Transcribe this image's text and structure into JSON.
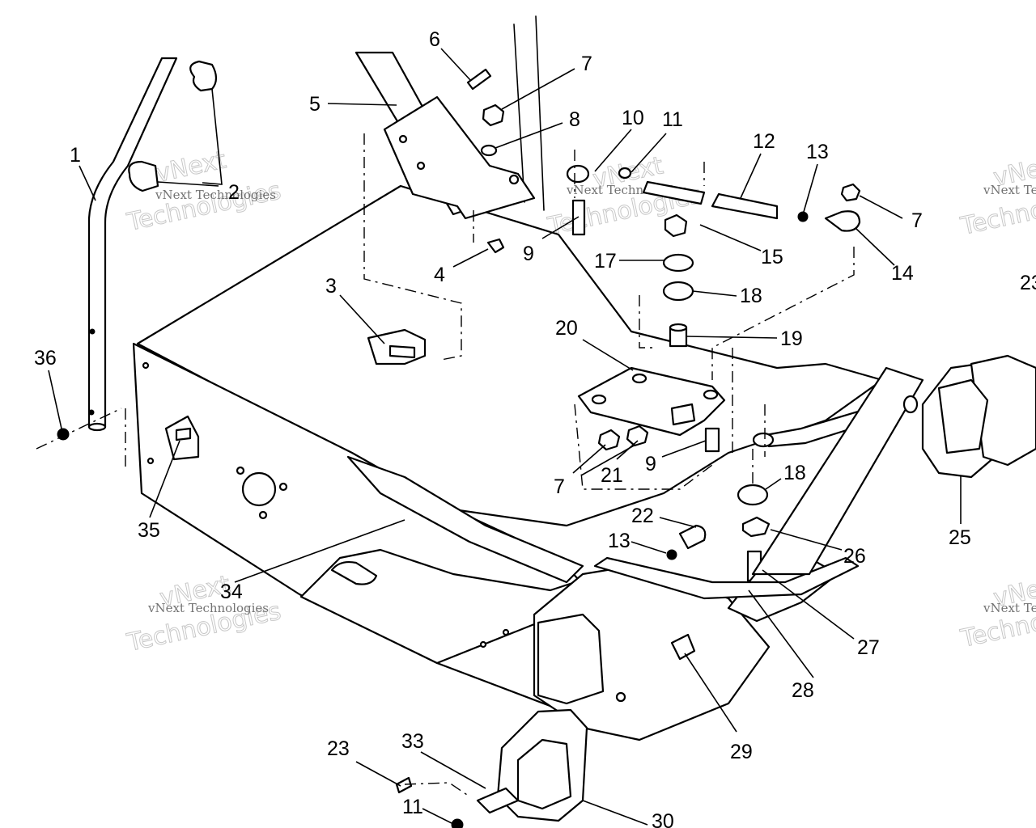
{
  "diagram": {
    "callouts": [
      {
        "id": "1",
        "label": "1"
      },
      {
        "id": "2",
        "label": "2"
      },
      {
        "id": "3",
        "label": "3"
      },
      {
        "id": "4",
        "label": "4"
      },
      {
        "id": "5",
        "label": "5"
      },
      {
        "id": "6",
        "label": "6"
      },
      {
        "id": "7a",
        "label": "7"
      },
      {
        "id": "7b",
        "label": "7"
      },
      {
        "id": "7c",
        "label": "7"
      },
      {
        "id": "8",
        "label": "8"
      },
      {
        "id": "9a",
        "label": "9"
      },
      {
        "id": "9b",
        "label": "9"
      },
      {
        "id": "10",
        "label": "10"
      },
      {
        "id": "11a",
        "label": "11"
      },
      {
        "id": "11b",
        "label": "11"
      },
      {
        "id": "12",
        "label": "12"
      },
      {
        "id": "13a",
        "label": "13"
      },
      {
        "id": "13b",
        "label": "13"
      },
      {
        "id": "14",
        "label": "14"
      },
      {
        "id": "15",
        "label": "15"
      },
      {
        "id": "17",
        "label": "17"
      },
      {
        "id": "18a",
        "label": "18"
      },
      {
        "id": "18b",
        "label": "18"
      },
      {
        "id": "19",
        "label": "19"
      },
      {
        "id": "20",
        "label": "20"
      },
      {
        "id": "21",
        "label": "21"
      },
      {
        "id": "22",
        "label": "22"
      },
      {
        "id": "23a",
        "label": "23"
      },
      {
        "id": "23b",
        "label": "23"
      },
      {
        "id": "25",
        "label": "25"
      },
      {
        "id": "26",
        "label": "26"
      },
      {
        "id": "27",
        "label": "27"
      },
      {
        "id": "28",
        "label": "28"
      },
      {
        "id": "29",
        "label": "29"
      },
      {
        "id": "30",
        "label": "30"
      },
      {
        "id": "33",
        "label": "33"
      },
      {
        "id": "34",
        "label": "34"
      },
      {
        "id": "35",
        "label": "35"
      },
      {
        "id": "36",
        "label": "36"
      }
    ],
    "watermark": {
      "line1": "vNext Technologies",
      "line2": "vNext",
      "line3": "Technologies"
    }
  }
}
